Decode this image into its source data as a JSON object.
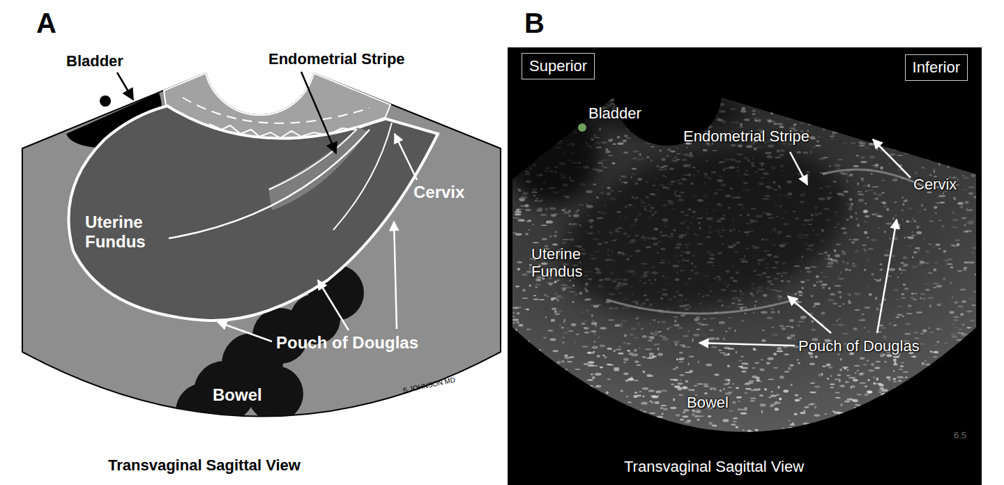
{
  "diagram": {
    "nodes": [
      {
        "text": [
          "Superior"
        ]
      },
      {
        "text": [
          "Inferior"
        ]
      }
    ],
    "labels": [
      "A",
      "Bladder",
      "Endometrial Stripe",
      "Cervix",
      "Uterine Fundus",
      "Pouch of Douglas",
      "Bowel",
      "S.JOHNSON MD",
      "Transvaginal Sagittal View",
      "B",
      "Bladder",
      "Endometrial Stripe",
      "Cervix",
      "Uterine Fundus",
      "Pouch of Douglas",
      "Bowel",
      "6.5",
      "Transvaginal Sagittal View"
    ]
  }
}
